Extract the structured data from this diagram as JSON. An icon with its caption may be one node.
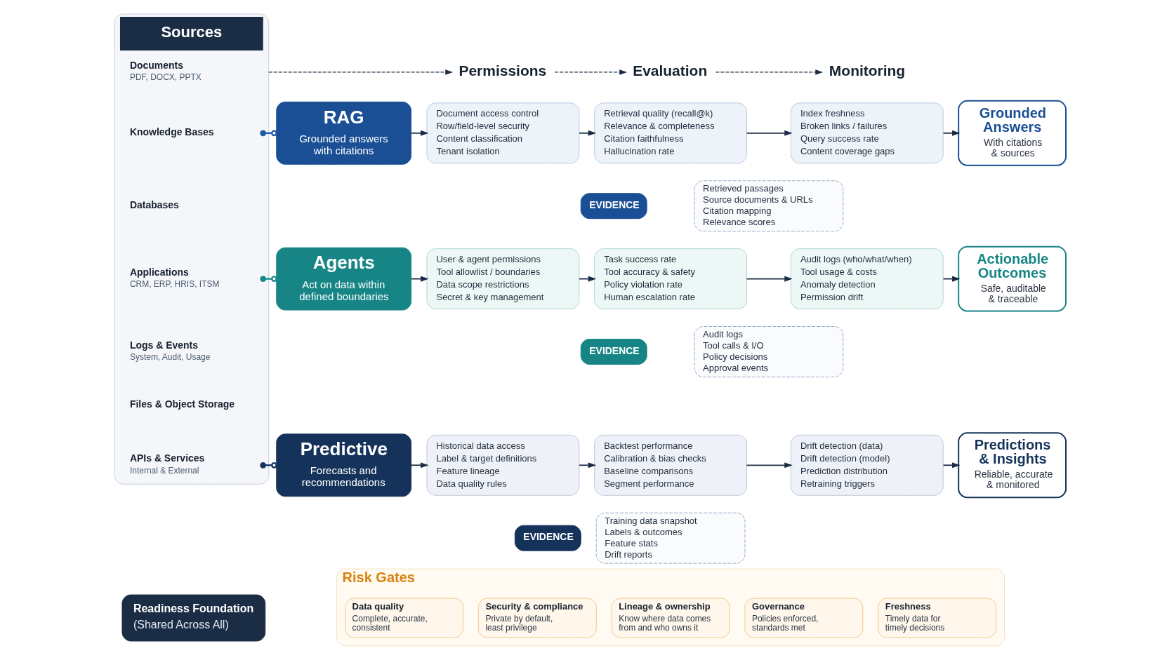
{
  "diagram": {
    "nodes": [
      {
        "text": [
          "Sources"
        ]
      },
      {
        "text": [
          "Documents",
          "PDF, DOCX, PPTX"
        ],
        "in": 0
      },
      {
        "text": [
          "Knowledge Bases"
        ],
        "in": 0
      },
      {
        "text": [
          "Databases"
        ],
        "in": 0
      },
      {
        "text": [
          "Applications",
          "CRM, ERP, HRIS, ITSM"
        ],
        "in": 0
      },
      {
        "text": [
          "Logs & Events",
          "System, Audit, Usage"
        ],
        "in": 0
      },
      {
        "text": [
          "Files & Object Storage"
        ],
        "in": 0
      },
      {
        "text": [
          "APIs & Services",
          "Internal & External"
        ],
        "in": 0
      },
      {
        "text": [
          "Permissions"
        ]
      },
      {
        "text": [
          "Evaluation"
        ]
      },
      {
        "text": [
          "Monitoring"
        ]
      },
      {
        "text": [
          "RAG",
          "Grounded answers with citations"
        ]
      },
      {
        "text": [
          "Document access control",
          "Row/field-level security",
          "Content classification",
          "Tenant isolation"
        ]
      },
      {
        "text": [
          "Retrieval quality (recall@k)",
          "Relevance & completeness",
          "Citation faithfulness",
          "Hallucination rate"
        ]
      },
      {
        "text": [
          "Index freshness",
          "Broken links / failures",
          "Query success rate",
          "Content coverage gaps"
        ]
      },
      {
        "text": [
          "Grounded Answers",
          "With citations & sources"
        ]
      },
      {
        "text": [
          "EVIDENCE"
        ]
      },
      {
        "text": [
          "Retrieved passages",
          "Source documents & URLs",
          "Citation mapping",
          "Relevance scores"
        ]
      },
      {
        "text": [
          "Agents",
          "Act on data within defined boundaries"
        ]
      },
      {
        "text": [
          "User & agent permissions",
          "Tool allowlist / boundaries",
          "Data scope restrictions",
          "Secret & key management"
        ]
      },
      {
        "text": [
          "Task success rate",
          "Tool accuracy & safety",
          "Policy violation rate",
          "Human escalation rate"
        ]
      },
      {
        "text": [
          "Audit logs (who/what/when)",
          "Tool usage & costs",
          "Anomaly detection",
          "Permission drift"
        ]
      },
      {
        "text": [
          "Actionable Outcomes",
          "Safe, auditable & traceable"
        ]
      },
      {
        "text": [
          "EVIDENCE"
        ]
      },
      {
        "text": [
          "Audit logs",
          "Tool calls & I/O",
          "Policy decisions",
          "Approval events"
        ]
      },
      {
        "text": [
          "Predictive",
          "Forecasts and recommendations"
        ]
      },
      {
        "text": [
          "Historical data access",
          "Label & target definitions",
          "Feature lineage",
          "Data quality rules"
        ]
      },
      {
        "text": [
          "Backtest performance",
          "Calibration & bias checks",
          "Baseline comparisons",
          "Segment performance"
        ]
      },
      {
        "text": [
          "Drift detection (data)",
          "Drift detection (model)",
          "Prediction distribution",
          "Retraining triggers"
        ]
      },
      {
        "text": [
          "Predictions & Insights",
          "Reliable, accurate & monitored"
        ]
      },
      {
        "text": [
          "EVIDENCE"
        ]
      },
      {
        "text": [
          "Training data snapshot",
          "Labels & outcomes",
          "Feature stats",
          "Drift reports"
        ]
      },
      {
        "text": [
          "Readiness Foundation",
          "(Shared Across All)"
        ]
      },
      {
        "text": [
          "Risk Gates"
        ]
      },
      {
        "text": [
          "Data quality",
          "Complete, accurate, consistent"
        ],
        "in": 33
      },
      {
        "text": [
          "Security & compliance",
          "Private by default, least privilege"
        ],
        "in": 33
      },
      {
        "text": [
          "Lineage & ownership",
          "Know where data comes from and who owns it"
        ],
        "in": 33
      },
      {
        "text": [
          "Governance",
          "Policies enforced, standards met"
        ],
        "in": 33
      },
      {
        "text": [
          "Freshness",
          "Timely data for timely decisions"
        ],
        "in": 33
      }
    ],
    "edges": [
      {
        "from": 0,
        "to": 8,
        "arrow": "to",
        "style": "dashed"
      },
      {
        "from": 8,
        "to": 9,
        "arrow": "to",
        "style": "dashed"
      },
      {
        "from": 9,
        "to": 10,
        "arrow": "to",
        "style": "dashed"
      },
      {
        "from": 2,
        "to": 11,
        "arrow": "other",
        "color": "#1f5aa6"
      },
      {
        "from": 4,
        "to": 18,
        "arrow": "other",
        "color": "#178a8a"
      },
      {
        "from": 7,
        "to": 25,
        "arrow": "other",
        "color": "#14365e"
      },
      {
        "from": 11,
        "to": 12,
        "arrow": "to"
      },
      {
        "from": 12,
        "to": 13,
        "arrow": "to"
      },
      {
        "from": 13,
        "to": 14,
        "arrow": "to"
      },
      {
        "from": 14,
        "to": 15,
        "arrow": "to"
      },
      {
        "from": 18,
        "to": 19,
        "arrow": "to"
      },
      {
        "from": 19,
        "to": 20,
        "arrow": "to"
      },
      {
        "from": 20,
        "to": 21,
        "arrow": "to"
      },
      {
        "from": 21,
        "to": 22,
        "arrow": "to"
      },
      {
        "from": 25,
        "to": 26,
        "arrow": "to"
      },
      {
        "from": 26,
        "to": 27,
        "arrow": "to"
      },
      {
        "from": 27,
        "to": 28,
        "arrow": "to"
      },
      {
        "from": 28,
        "to": 29,
        "arrow": "to"
      }
    ]
  }
}
